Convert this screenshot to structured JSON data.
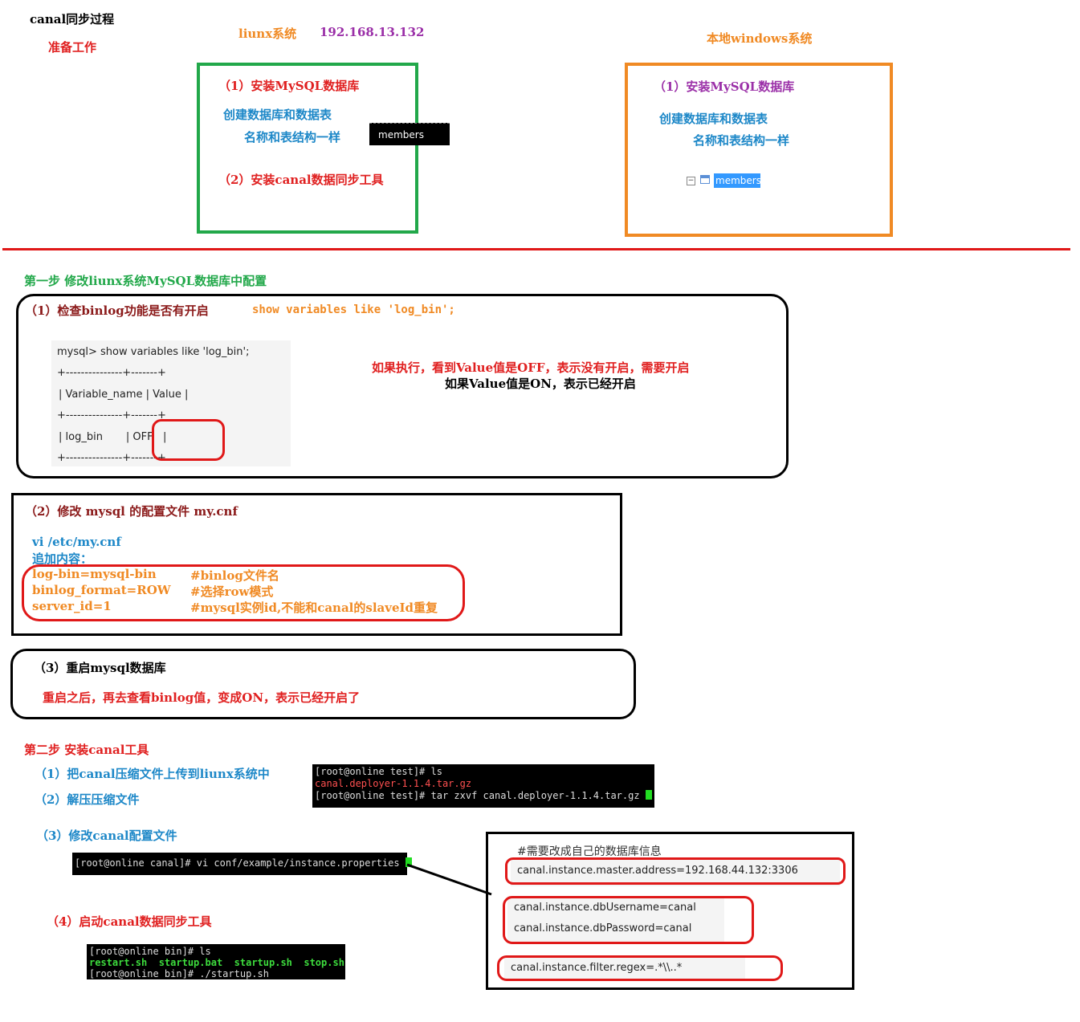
{
  "header": {
    "title": "canal同步过程",
    "prep": "准备工作",
    "linux_label": "liunx系统",
    "linux_ip": "192.168.13.132",
    "windows_label": "本地windows系统"
  },
  "linux_box": {
    "step1": "（1）安装MySQL数据库",
    "create": "创建数据库和数据表",
    "same": "名称和表结构一样",
    "table_name": "members",
    "step2": "（2）安装canal数据同步工具"
  },
  "windows_box": {
    "step1": "（1）安装MySQL数据库",
    "create": "创建数据库和数据表",
    "same": "名称和表结构一样",
    "table_name": "members"
  },
  "step_one": {
    "title": "第一步 修改liunx系统MySQL数据库中配置",
    "check_title": "（1）检查binlog功能是否有开启",
    "check_cmd": "show variables like 'log_bin';",
    "mysql_prompt": "mysql> show variables like 'log_bin';",
    "border1": "+---------------+-------+",
    "header_row": "| Variable_name | Value |",
    "border2": "+---------------+-------+",
    "data_row": "| log_bin       | OFF   |",
    "border3": "+---------------+-------+",
    "note_off": "如果执行，看到Value值是OFF，表示没有开启，需要开启",
    "note_on": "如果Value值是ON，表示已经开启",
    "modify_title": "（2）修改 mysql 的配置文件 my.cnf",
    "vi_cmd": "vi /etc/my.cnf",
    "append": "追加内容：",
    "cfg1": "log-bin=mysql-bin",
    "cfg1_note": "#binlog文件名",
    "cfg2": "binlog_format=ROW",
    "cfg2_note": "#选择row模式",
    "cfg3": "server_id=1",
    "cfg3_note": "#mysql实例id,不能和canal的slaveId重复",
    "restart_title": "（3）重启mysql数据库",
    "restart_note": "重启之后，再去查看binlog值，变成ON，表示已经开启了"
  },
  "step_two": {
    "title": "第二步 安装canal工具",
    "upload": "（1）把canal压缩文件上传到liunx系统中",
    "unzip": "（2）解压压缩文件",
    "term1_line1": "[root@online test]# ls",
    "term1_line2": "canal.deployer-1.1.4.tar.gz",
    "term1_line3": "[root@online test]# tar zxvf canal.deployer-1.1.4.tar.gz ",
    "modify": "（3）修改canal配置文件",
    "term2_line": "[root@online canal]# vi conf/example/instance.properties ",
    "start": "（4）启动canal数据同步工具",
    "term3_line1": "[root@online bin]# ls",
    "term3_files": [
      "restart.sh",
      "startup.bat",
      "startup.sh",
      "stop.sh"
    ],
    "term3_line3": "[root@online bin]# ./startup.sh",
    "props_comment": "#需要改成自己的数据库信息",
    "props_address": "canal.instance.master.address=192.168.44.132:3306",
    "props_user": "canal.instance.dbUsername=canal",
    "props_pass": "canal.instance.dbPassword=canal",
    "props_filter": "canal.instance.filter.regex=.*\\\\..*"
  },
  "colors": {
    "green": "#22a84a",
    "orange": "#f08a24",
    "red": "#e01818",
    "blue": "#1e88c8",
    "purple": "#9b30a8"
  }
}
